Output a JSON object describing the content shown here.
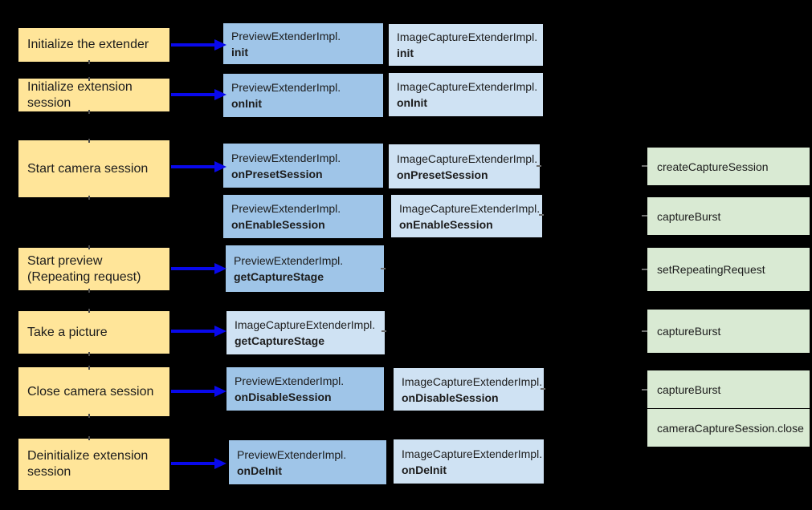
{
  "palette": {
    "background": "#000000",
    "step-fill": "#ffe599",
    "preview-fill": "#9fc5e8",
    "capture-fill": "#cfe2f3",
    "call-fill": "#d9ead3",
    "arrow-color": "#0909ec",
    "text-color": "#1c1c1c"
  },
  "steps": [
    {
      "label": "Initialize the extender"
    },
    {
      "label": "Initialize extension session"
    },
    {
      "label": "Start camera session"
    },
    {
      "label": "Start preview (Repeating request)"
    },
    {
      "label": "Take a picture"
    },
    {
      "label": "Close camera session"
    },
    {
      "label": "Deinitialize extension session"
    }
  ],
  "impl_boxes": [
    {
      "class_name": "PreviewExtenderImpl.",
      "method": "init"
    },
    {
      "class_name": "PreviewExtenderImpl.",
      "method": "onInit"
    },
    {
      "class_name": "PreviewExtenderImpl.",
      "method": "onPresetSession"
    },
    {
      "class_name": "PreviewExtenderImpl.",
      "method": "onEnableSession"
    },
    {
      "class_name": "PreviewExtenderImpl.",
      "method": "getCaptureStage"
    },
    {
      "class_name": "PreviewExtenderImpl.",
      "method": "onDisableSession"
    },
    {
      "class_name": "PreviewExtenderImpl.",
      "method": "onDeInit"
    },
    {
      "class_name": "ImageCaptureExtenderImpl.",
      "method": "init"
    },
    {
      "class_name": "ImageCaptureExtenderImpl.",
      "method": "onInit"
    },
    {
      "class_name": "ImageCaptureExtenderImpl.",
      "method": "onPresetSession"
    },
    {
      "class_name": "ImageCaptureExtenderImpl.",
      "method": "onEnableSession"
    },
    {
      "class_name": "ImageCaptureExtenderImpl.",
      "method": "getCaptureStage"
    },
    {
      "class_name": "ImageCaptureExtenderImpl.",
      "method": "onDisableSession"
    },
    {
      "class_name": "ImageCaptureExtenderImpl.",
      "method": "onDeInit"
    }
  ],
  "camera2_calls": [
    {
      "label": "createCaptureSession"
    },
    {
      "label": "captureBurst"
    },
    {
      "label": "setRepeatingRequest"
    },
    {
      "label": "captureBurst"
    },
    {
      "label": "captureBurst"
    },
    {
      "label": "cameraCaptureSession.close"
    }
  ]
}
